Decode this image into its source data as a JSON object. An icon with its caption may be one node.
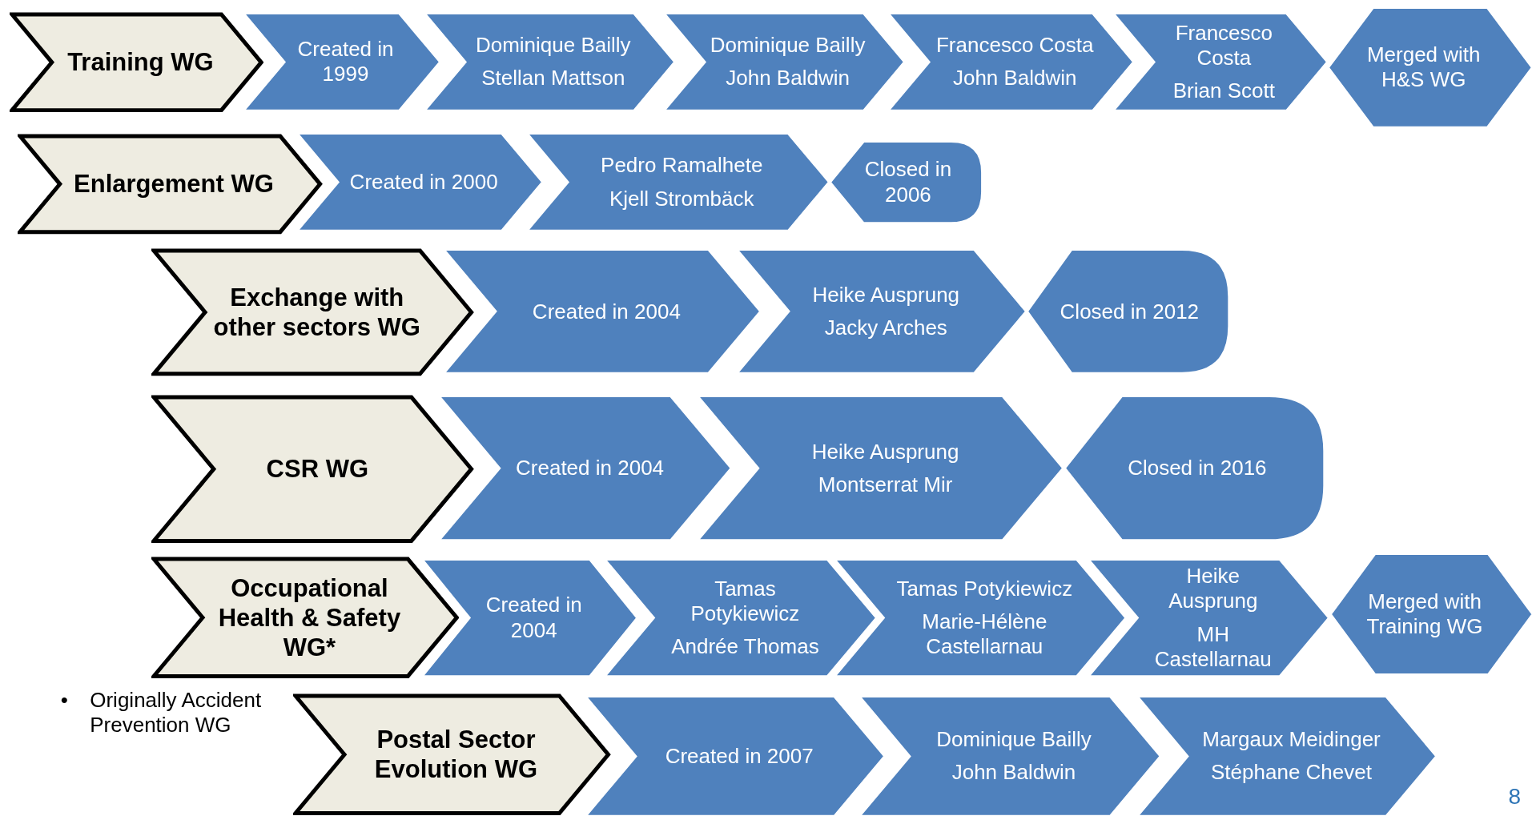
{
  "diagram": {
    "nodes": [
      {
        "text": [
          "Training WG"
        ]
      },
      {
        "text": [
          "Created in 1999"
        ]
      },
      {
        "text": [
          "Dominique Bailly",
          "Stellan Mattson"
        ]
      },
      {
        "text": [
          "Dominique Bailly",
          "John Baldwin"
        ]
      },
      {
        "text": [
          "Francesco Costa",
          "John Baldwin"
        ]
      },
      {
        "text": [
          "Francesco Costa",
          "Brian Scott"
        ]
      },
      {
        "text": [
          "Merged with H&S WG"
        ]
      },
      {
        "text": [
          "Enlargement WG"
        ]
      },
      {
        "text": [
          "Created in 2000"
        ]
      },
      {
        "text": [
          "Pedro Ramalhete",
          "Kjell Strombäck"
        ]
      },
      {
        "text": [
          "Closed in 2006"
        ]
      },
      {
        "text": [
          "Exchange with other sectors WG"
        ]
      },
      {
        "text": [
          "Created in 2004"
        ]
      },
      {
        "text": [
          "Heike Ausprung",
          "Jacky Arches"
        ]
      },
      {
        "text": [
          "Closed in 2012"
        ]
      },
      {
        "text": [
          "CSR WG"
        ]
      },
      {
        "text": [
          "Created in 2004"
        ]
      },
      {
        "text": [
          "Heike Ausprung",
          "Montserrat Mir"
        ]
      },
      {
        "text": [
          "Closed in 2016"
        ]
      },
      {
        "text": [
          "Occupational Health & Safety WG*"
        ]
      },
      {
        "text": [
          "Created in 2004"
        ]
      },
      {
        "text": [
          "Tamas Potykiewicz",
          "Andrée Thomas"
        ]
      },
      {
        "text": [
          "Tamas Potykiewicz",
          "Marie-Hélène Castellarnau"
        ]
      },
      {
        "text": [
          "Heike Ausprung",
          "MH Castellarnau"
        ]
      },
      {
        "text": [
          "Merged with Training WG"
        ]
      },
      {
        "text": [
          "Postal Sector Evolution WG"
        ]
      },
      {
        "text": [
          "Created in 2007"
        ]
      },
      {
        "text": [
          "Dominique Bailly",
          "John Baldwin"
        ]
      },
      {
        "text": [
          "Margaux Meidinger",
          "Stéphane Chevet"
        ]
      }
    ],
    "labels": [
      "•",
      "Originally Accident Prevention WG",
      "8"
    ]
  }
}
